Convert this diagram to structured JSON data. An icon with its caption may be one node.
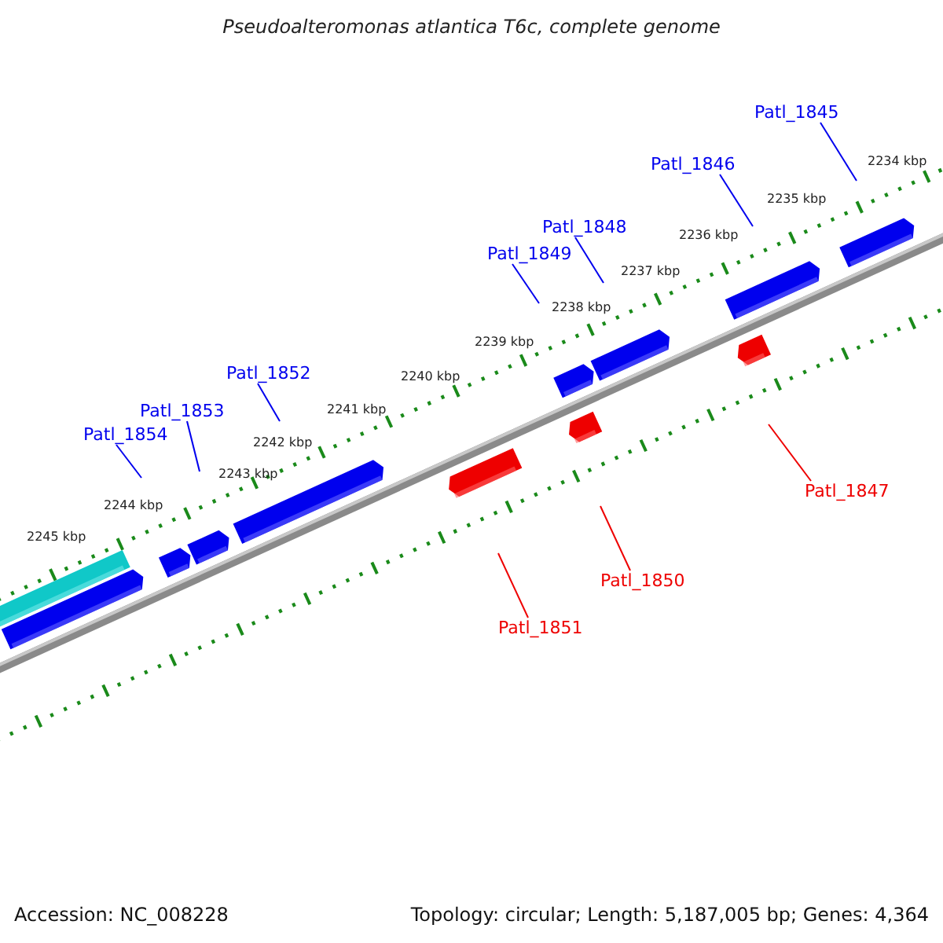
{
  "diagram": {
    "title": "Pseudoalteromonas atlantica T6c, complete genome",
    "nodes": [
      {
        "text": [
          "Patl_1845"
        ]
      },
      {
        "text": [
          "Patl_1846"
        ]
      },
      {
        "text": [
          "Patl_1848"
        ]
      },
      {
        "text": [
          "Patl_1849"
        ]
      },
      {
        "text": [
          "Patl_1852"
        ]
      },
      {
        "text": [
          "Patl_1853"
        ]
      },
      {
        "text": [
          "Patl_1854"
        ]
      },
      {
        "text": [
          "Patl_1847"
        ]
      },
      {
        "text": [
          "Patl_1850"
        ]
      },
      {
        "text": [
          "Patl_1851"
        ]
      }
    ],
    "edges": [
      {
        "from": 0,
        "to": null,
        "arrow": "none"
      },
      {
        "from": 1,
        "to": null,
        "arrow": "none"
      },
      {
        "from": 2,
        "to": null,
        "arrow": "none"
      },
      {
        "from": 3,
        "to": null,
        "arrow": "none"
      },
      {
        "from": 4,
        "to": null,
        "arrow": "none"
      },
      {
        "from": 5,
        "to": null,
        "arrow": "none"
      },
      {
        "from": 6,
        "to": null,
        "arrow": "none"
      },
      {
        "from": 7,
        "to": null,
        "arrow": "none",
        "color": "#ee0000"
      },
      {
        "from": 8,
        "to": null,
        "arrow": "none",
        "color": "#ee0000"
      },
      {
        "from": 9,
        "to": null,
        "arrow": "none",
        "color": "#ee0000"
      }
    ],
    "labels": [
      "2234 kbp",
      "2235 kbp",
      "2236 kbp",
      "2237 kbp",
      "2238 kbp",
      "2239 kbp",
      "2240 kbp",
      "2241 kbp",
      "2242 kbp",
      "2243 kbp",
      "2244 kbp",
      "2245 kbp",
      "Accession: NC_008228",
      "Topology: circular; Length: 5,187,005 bp; Genes: 4,364"
    ]
  }
}
